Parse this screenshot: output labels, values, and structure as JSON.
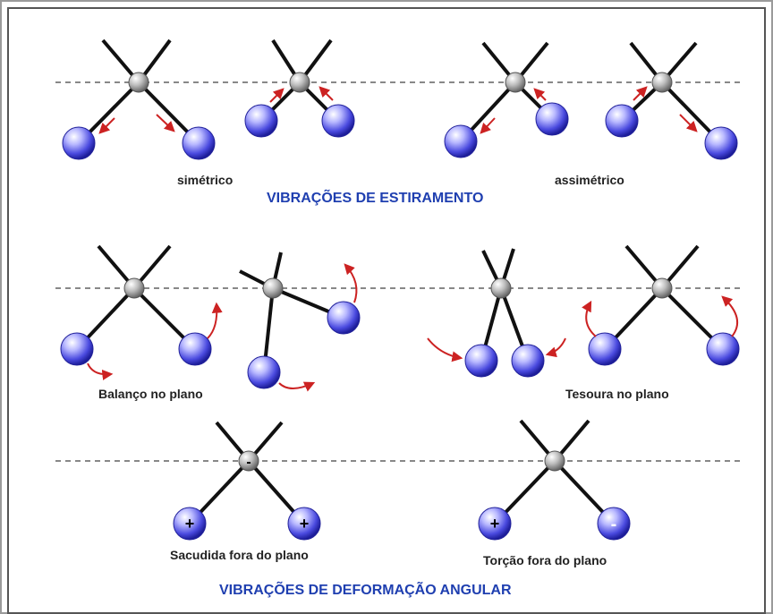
{
  "labels": {
    "simetrico": "simétrico",
    "assimetrico": "assimétrico",
    "stretch_title": "VIBRAÇÕES DE ESTIRAMENTO",
    "balanco": "Balanço no plano",
    "tesoura": "Tesoura no plano",
    "sacudida": "Sacudida fora do plano",
    "torcao": "Torção fora do plano",
    "bend_title": "VIBRAÇÕES DE DEFORMAÇÃO ANGULAR"
  },
  "signs": {
    "plus": "+",
    "minus": "-"
  },
  "colors": {
    "title": "#1f3fb0",
    "arrow": "#cc2222",
    "ball": "#4a4adf",
    "center": "#9a9a9a",
    "bond": "#111111"
  }
}
